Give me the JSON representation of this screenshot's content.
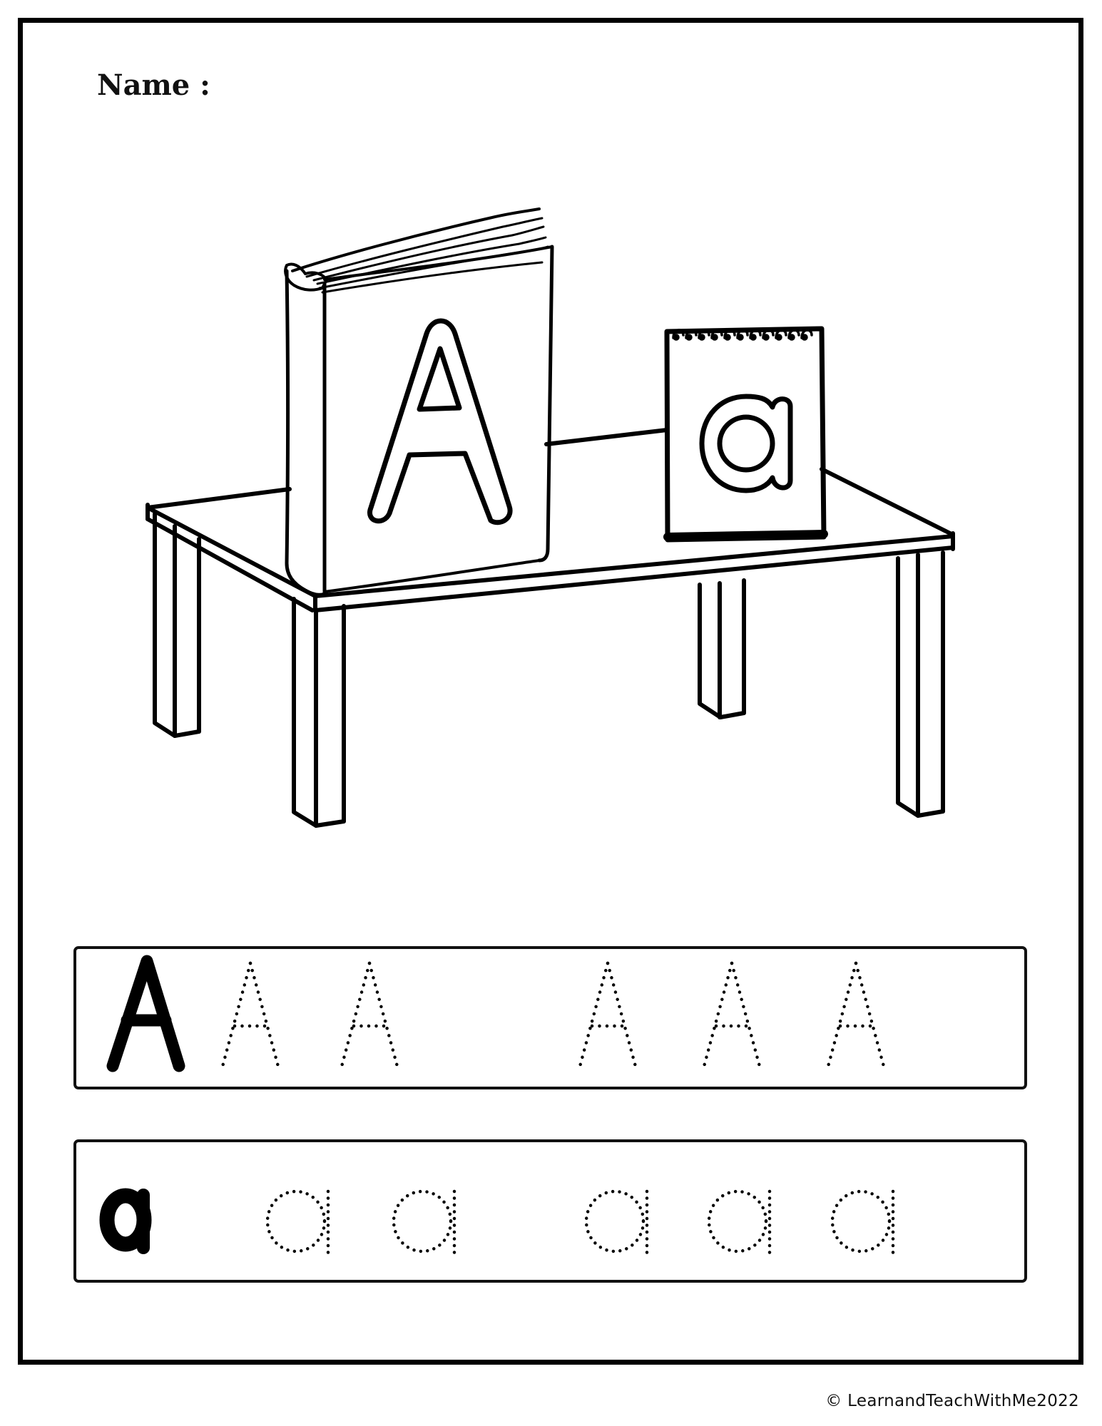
{
  "worksheet": {
    "name_label": "Name :",
    "letter_upper": "A",
    "letter_lower": "a",
    "illustration": {
      "book_letter": "A",
      "notepad_letter": "a",
      "objects": [
        "book",
        "spiral-notepad",
        "table"
      ]
    },
    "tracing_rows": [
      {
        "model": "A",
        "traces": [
          "A",
          "A",
          "A",
          "A",
          "A"
        ]
      },
      {
        "model": "a",
        "traces": [
          "a",
          "a",
          "a",
          "a",
          "a"
        ]
      }
    ],
    "footer": "© LearnandTeachWithMe2022"
  },
  "colors": {
    "ink": "#000000",
    "paper": "#ffffff"
  }
}
